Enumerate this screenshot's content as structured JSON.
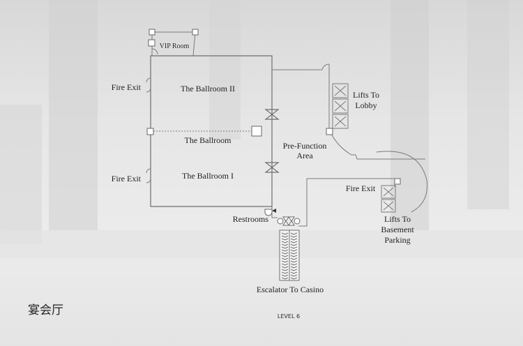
{
  "title_cn": "宴会厅",
  "level": "LEVEL 6",
  "rooms": {
    "vip_room": "VIP Room",
    "ballroom_ii": "The Ballroom II",
    "ballroom": "The Ballroom",
    "ballroom_i": "The Ballroom I",
    "pre_function_line1": "Pre-Function",
    "pre_function_line2": "Area",
    "restrooms": "Restrooms"
  },
  "exits": {
    "fire_exit_top": "Fire Exit",
    "fire_exit_bottom": "Fire Exit",
    "fire_exit_right": "Fire Exit"
  },
  "lifts": {
    "lobby_line1": "Lifts To",
    "lobby_line2": "Lobby",
    "basement_line1": "Lifts To",
    "basement_line2": "Basement",
    "basement_line3": "Parking"
  },
  "escalator": "Escalator To Casino",
  "icons": [
    "door-icon",
    "lift-icon",
    "escalator-icon",
    "restroom-icon"
  ]
}
